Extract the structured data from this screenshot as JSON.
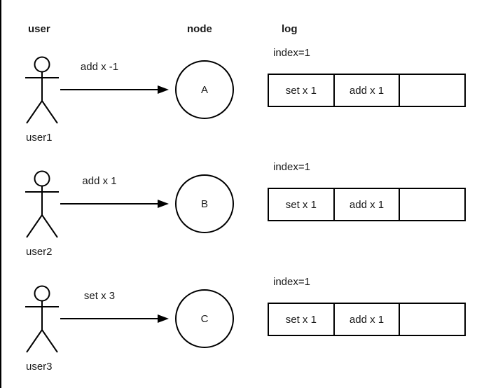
{
  "colors": {
    "stroke": "#000000",
    "background": "#ffffff",
    "text": "#1a1a1a"
  },
  "headers": {
    "user": "user",
    "node": "node",
    "log": "log"
  },
  "icons": {
    "person": "stick-person-icon",
    "arrow": "arrow-right-icon"
  },
  "rows": [
    {
      "user_label": "user1",
      "message": "add x -1",
      "node_label": "A",
      "log": {
        "index_label": "index=1",
        "cells": [
          "set x 1",
          "add x 1",
          ""
        ]
      }
    },
    {
      "user_label": "user2",
      "message": "add x 1",
      "node_label": "B",
      "log": {
        "index_label": "index=1",
        "cells": [
          "set x 1",
          "add x 1",
          ""
        ]
      }
    },
    {
      "user_label": "user3",
      "message": "set x 3",
      "node_label": "C",
      "log": {
        "index_label": "index=1",
        "cells": [
          "set x 1",
          "add x 1",
          ""
        ]
      }
    }
  ]
}
